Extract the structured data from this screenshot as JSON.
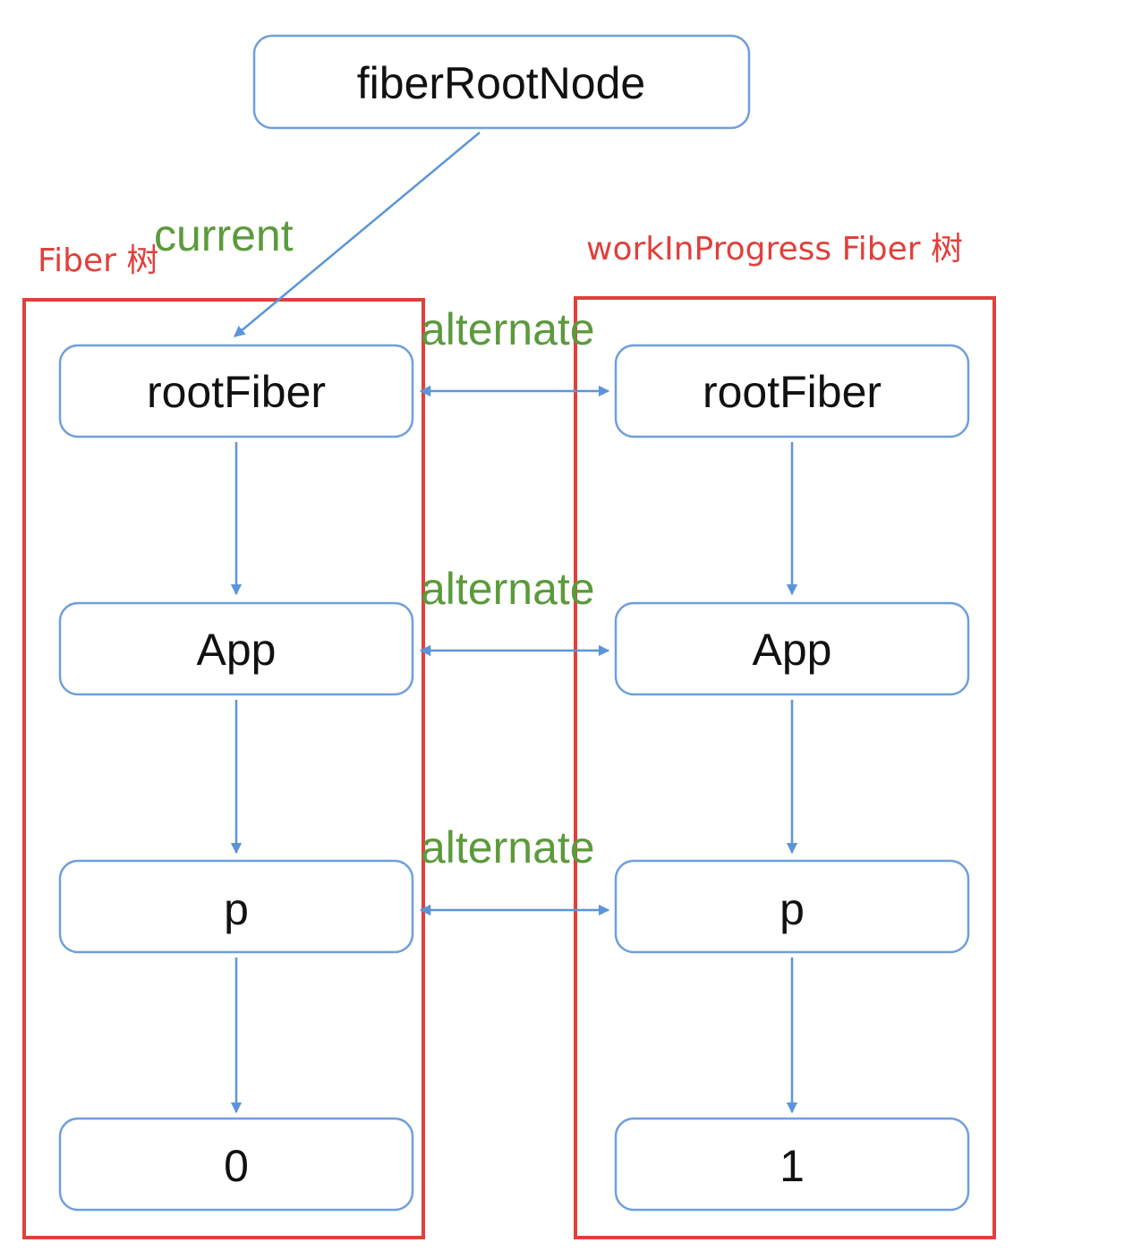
{
  "colors": {
    "node_border": "#6f9fdb",
    "edge": "#5b95d8",
    "frame": "#e0403c",
    "edge_label": "#5c9a3c",
    "node_text": "#111111"
  },
  "root": {
    "label": "fiberRootNode"
  },
  "pointer_label": "current",
  "link_label": "alternate",
  "current_tree": {
    "title": "Fiber 树",
    "nodes": [
      "rootFiber",
      "App",
      "p",
      "0"
    ]
  },
  "wip_tree": {
    "title": "workInProgress Fiber 树",
    "nodes": [
      "rootFiber",
      "App",
      "p",
      "1"
    ]
  },
  "alternate_links": 3
}
